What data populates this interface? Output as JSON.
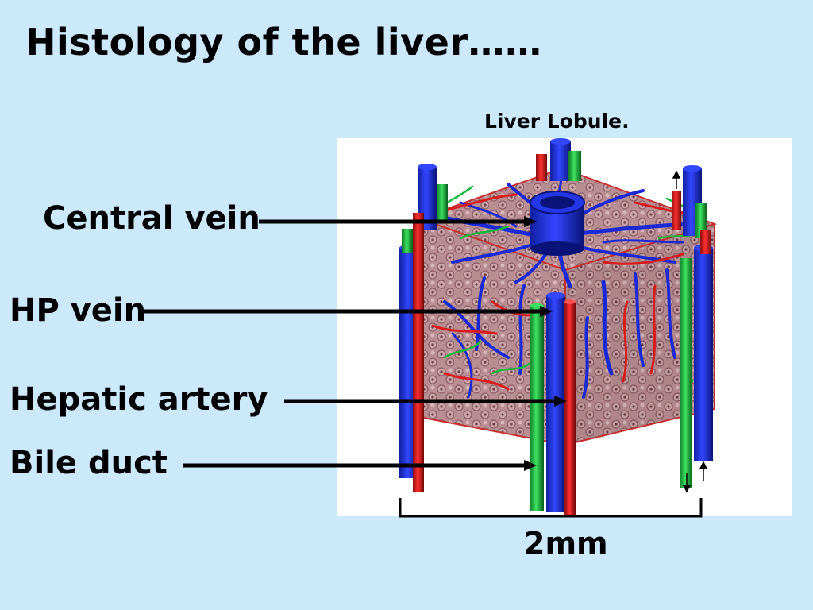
{
  "slide": {
    "title": "Histology of the liver……",
    "background": "#cce8fb"
  },
  "diagram": {
    "caption": "Liver Lobule.",
    "labels": {
      "central_vein": "Central vein",
      "hp_vein": "HP vein",
      "hepatic_artery": "Hepatic artery",
      "bile_duct": "Bile duct"
    },
    "scale": "2mm",
    "colors": {
      "vein": "#1a28d6",
      "artery": "#d81c1c",
      "bile_duct": "#14b83a",
      "tissue": "#b88f92",
      "panel": "#ffffff"
    }
  }
}
